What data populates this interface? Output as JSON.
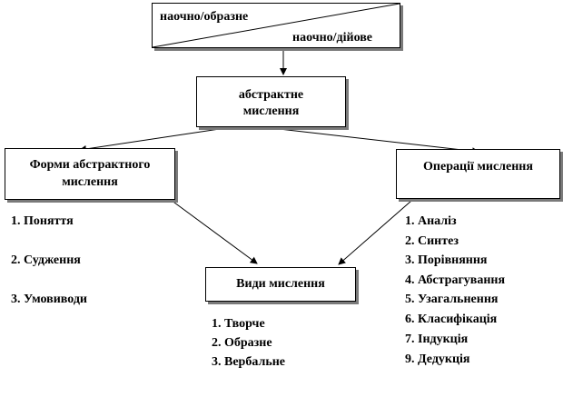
{
  "top_box": {
    "left_text": "наочно/образне",
    "right_text": "наочно/дійове"
  },
  "abstract_box": {
    "line1": "абстрактне",
    "line2": "мислення"
  },
  "forms_box": {
    "line1": "Форми абстрактного",
    "line2": "мислення"
  },
  "operations_box": {
    "label": "Операції мислення"
  },
  "types_box": {
    "label": "Види мислення"
  },
  "forms_list": [
    "1.  Поняття",
    "2.  Судження",
    "3. Умовиводи"
  ],
  "operations_list": [
    "1.  Аналіз",
    "2.  Синтез",
    "3.  Порівняння",
    "4.  Абстрагування",
    "5.  Узагальнення",
    "6.  Класифікація",
    "7.  Індукція",
    "9.  Дедукція"
  ],
  "types_list": [
    "1.  Творче",
    "2.  Образне",
    "3. Вербальне"
  ]
}
